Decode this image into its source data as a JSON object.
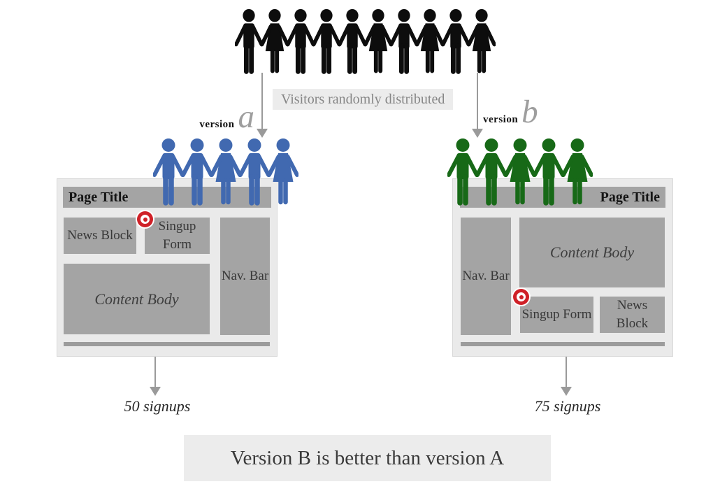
{
  "visitors": {
    "people": [
      "man",
      "woman",
      "man",
      "man",
      "man",
      "woman",
      "man",
      "woman",
      "man",
      "woman"
    ],
    "color": "#0d0d0d"
  },
  "distribution_label": "Visitors randomly distributed",
  "version_a": {
    "prefix": "version",
    "letter": "a",
    "color": "#4169b0",
    "people": [
      "man",
      "man",
      "woman",
      "man",
      "woman"
    ],
    "signups": "50 signups"
  },
  "version_b": {
    "prefix": "version",
    "letter": "b",
    "color": "#176917",
    "people": [
      "man",
      "man",
      "woman",
      "man",
      "woman"
    ],
    "signups": "75 signups"
  },
  "page_a": {
    "title": "Page Title",
    "news_block": "News Block",
    "signup_form": "Singup Form",
    "nav_bar": "Nav. Bar",
    "content_body": "Content Body"
  },
  "page_b": {
    "title": "Page Title",
    "news_block": "News Block",
    "signup_form": "Singup Form",
    "nav_bar": "Nav. Bar",
    "content_body": "Content Body"
  },
  "conclusion": "Version B is better than version A",
  "target_color": "#cf2027"
}
